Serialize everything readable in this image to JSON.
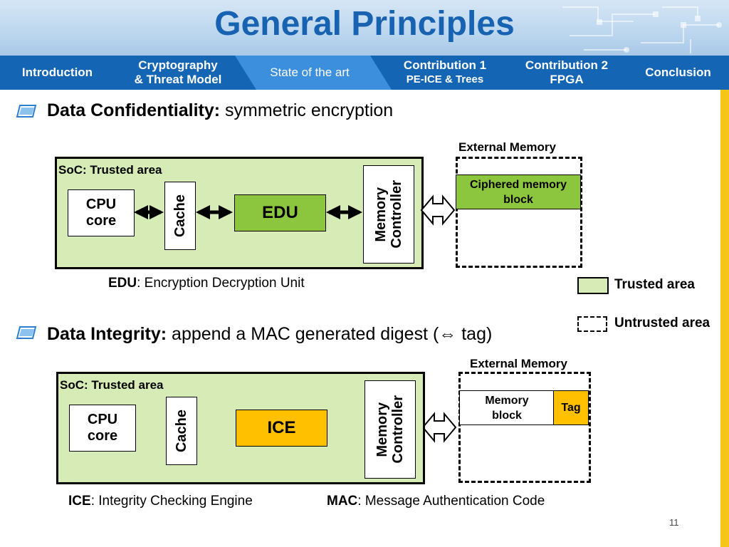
{
  "title": "General Principles",
  "nav": {
    "items": [
      {
        "line1": "Introduction",
        "line2": ""
      },
      {
        "line1": "Cryptography",
        "line2": "& Threat Model"
      },
      {
        "line1": "State of the art",
        "line2": ""
      },
      {
        "line1": "Contribution 1",
        "line2": "PE-ICE & Trees"
      },
      {
        "line1": "Contribution 2",
        "line2": "FPGA"
      },
      {
        "line1": "Conclusion",
        "line2": ""
      }
    ],
    "active_index": 2
  },
  "section1": {
    "bold": "Data Confidentiality:",
    "text": " symmetric encryption",
    "soc_label": "SoC: Trusted area",
    "cpu": [
      "CPU",
      "core"
    ],
    "cache": "Cache",
    "unit": "EDU",
    "controller": [
      "Memory",
      "Controller"
    ],
    "ext_label": "External Memory",
    "ext_block": [
      "Ciphered memory",
      "block"
    ],
    "def_bold": "EDU",
    "def_text": ": Encryption Decryption Unit"
  },
  "legend": {
    "trusted": "Trusted area",
    "untrusted": "Untrusted area"
  },
  "section2": {
    "bold": "Data Integrity:",
    "text": " append a MAC generated digest (⇔ tag)",
    "soc_label": "SoC: Trusted area",
    "cpu": [
      "CPU",
      "core"
    ],
    "cache": "Cache",
    "unit": "ICE",
    "controller": [
      "Memory",
      "Controller"
    ],
    "ext_label": "External Memory",
    "ext_block": [
      "Memory",
      "block"
    ],
    "tag": "Tag",
    "def1_bold": "ICE",
    "def1_text": ": Integrity Checking Engine",
    "def2_bold": "MAC",
    "def2_text": ": Message Authentication Code"
  },
  "page_number": "11",
  "colors": {
    "title": "#1763b1",
    "nav_bg": "#1465b4",
    "nav_active": "#3b8fdc",
    "trusted_fill": "#d6ebb6",
    "edu_fill": "#8cc63f",
    "ice_fill": "#ffc000",
    "stripe": "#f5c518"
  }
}
